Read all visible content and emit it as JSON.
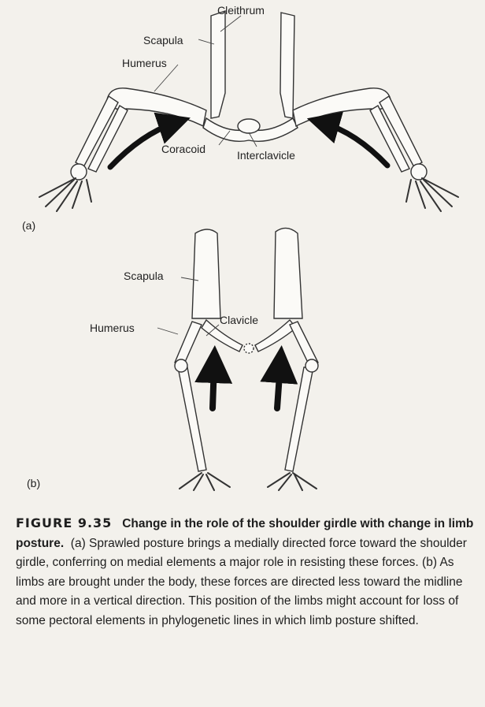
{
  "labels": {
    "cleithrum": "Cleithrum",
    "scapula_a": "Scapula",
    "humerus_a": "Humerus",
    "coracoid": "Coracoid",
    "interclavicle": "Interclavicle",
    "scapula_b": "Scapula",
    "clavicle": "Clavicle",
    "humerus_b": "Humerus"
  },
  "panels": {
    "a": "(a)",
    "b": "(b)"
  },
  "caption": {
    "figure_number": "FIGURE 9.35",
    "title": "Change in the role of the shoulder girdle with change in limb posture.",
    "body": "(a) Sprawled posture brings a medially directed force toward the shoulder girdle, conferring on medial elements a major role in resisting these forces. (b) As limbs are brought under the body, these forces are directed less toward the midline and more in a vertical direction. This position of the limbs might account for loss of some pectoral elements in phylogenetic lines in which limb posture shifted."
  }
}
